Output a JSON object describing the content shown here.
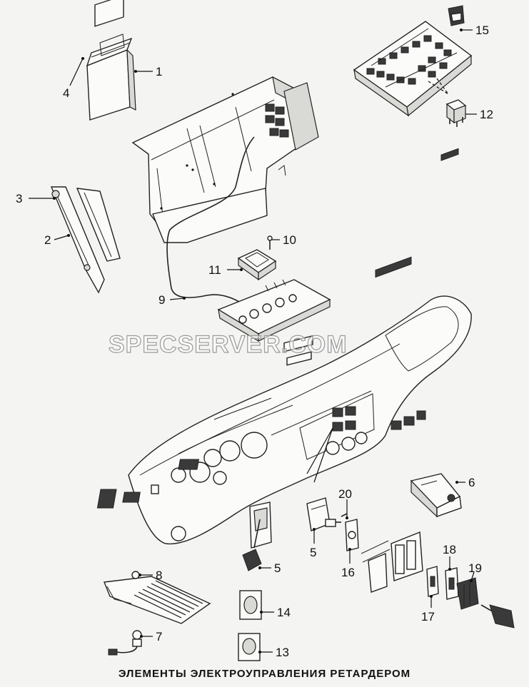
{
  "caption": "ЭЛЕМЕНТЫ ЭЛЕКТРОУПРАВЛЕНИЯ РЕТАРДЕРОМ",
  "watermark": "SPECSERVER.COM",
  "callouts": [
    "1",
    "2",
    "3",
    "4",
    "5",
    "5",
    "6",
    "7",
    "8",
    "9",
    "10",
    "11",
    "12",
    "13",
    "14",
    "15",
    "16",
    "17",
    "18",
    "19",
    "20"
  ]
}
